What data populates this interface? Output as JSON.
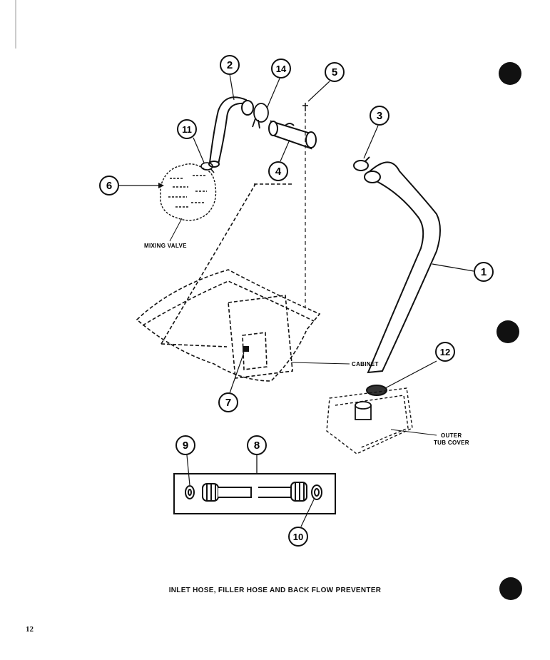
{
  "callouts": [
    "1",
    "2",
    "3",
    "4",
    "5",
    "6",
    "7",
    "8",
    "9",
    "10",
    "11",
    "12",
    "14"
  ],
  "labels": {
    "mixing_valve": "MIXING VALVE",
    "cabinet": "CABINET",
    "outer_tub_cover_1": "OUTER",
    "outer_tub_cover_2": "TUB COVER"
  },
  "caption": "INLET HOSE, FILLER HOSE AND BACK FLOW PREVENTER",
  "page_number": "12",
  "colors": {
    "ink": "#111111",
    "paper": "#ffffff"
  }
}
